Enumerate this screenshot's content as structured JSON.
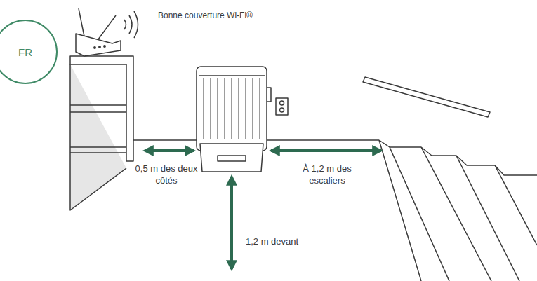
{
  "diagram": {
    "nodes": [
      {
        "text": [
          "FR"
        ]
      }
    ],
    "labels": [
      "Bonne couverture Wi-Fi®",
      "0,5 m des deux côtés",
      "À 1,2 m des escaliers",
      "1,2 m devant"
    ]
  }
}
